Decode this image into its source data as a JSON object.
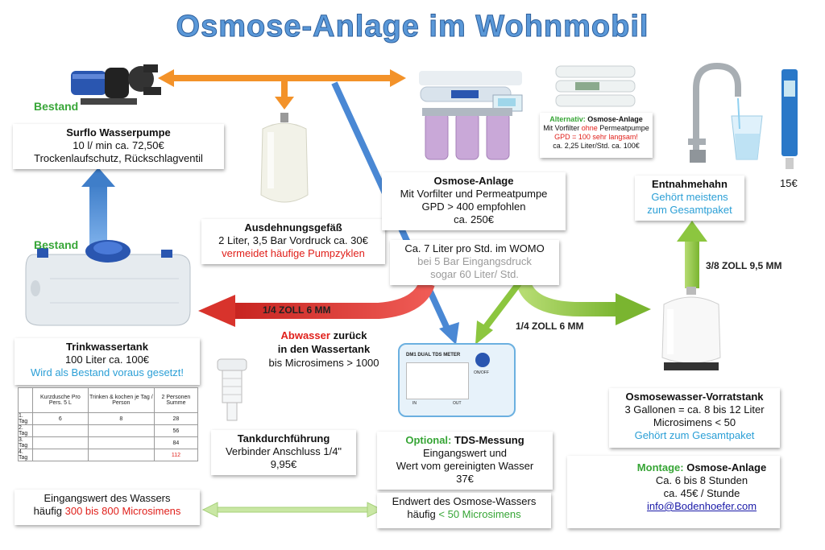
{
  "title": "Osmose-Anlage im Wohnmobil",
  "pump": {
    "bestand": "Bestand",
    "name": "Surflo Wasserpumpe",
    "line1": "10 l/ min ca. 72,50€",
    "line2": "Trockenlaufschutz, Rückschlagventil"
  },
  "expansion": {
    "name": "Ausdehnungsgefäß",
    "line1": "2 Liter, 3,5 Bar Vordruck ca. 30€",
    "line2": "vermeidet häufige Pumpzyklen"
  },
  "osmose": {
    "name": "Osmose-Anlage",
    "line1": "Mit Vorfilter und Permeatpumpe",
    "line2": "GPD > 400 empfohlen",
    "line3": "ca. 250€"
  },
  "output": {
    "line1": "Ca. 7 Liter pro Std. im WOMO",
    "line2": "bei 5 Bar Eingangsdruck",
    "line3": "sogar 60 Liter/ Std."
  },
  "alternative": {
    "label": "Alternativ:",
    "name": "Osmose-Anlage",
    "line1a": "Mit Vorfilter",
    "line1b": "ohne",
    "line1c": "Permeatpumpe",
    "line2": "GPD = 100 sehr langsam!",
    "line3": "ca. 2,25 Liter/Std. ca. 100€"
  },
  "faucet": {
    "name": "Entnahmehahn",
    "line1": "Gehört meistens",
    "line2": "zum Gesamtpaket"
  },
  "tdspen": {
    "price": "15€"
  },
  "tank": {
    "bestand": "Bestand",
    "name": "Trinkwassertank",
    "line1": "100 Liter  ca. 100€",
    "line2": "Wird als Bestand voraus gesetzt!"
  },
  "waste": {
    "word": "Abwasser",
    "rest": "zurück",
    "line2": "in den Wassertank",
    "line3": "bis Microsimens > 1000"
  },
  "arrow_labels": {
    "waste_size": "1/4 ZOLL 6 MM",
    "clean_size": "1/4 ZOLL 6 MM",
    "faucet_size": "3/8 ZOLL 9,5 MM"
  },
  "storage": {
    "name": "Osmosewasser-Vorratstank",
    "line1": "3 Gallonen = ca. 8 bis 12 Liter",
    "line2": "Microsimens < 50",
    "line3": "Gehört zum Gesamtpaket"
  },
  "fitting": {
    "name": "Tankdurchführung",
    "line1": "Verbinder Anschluss 1/4\"",
    "line2": "9,95€"
  },
  "tds": {
    "optional": "Optional:",
    "name": "TDS-Messung",
    "line1": "Eingangswert und",
    "line2": "Wert vom gereinigten Wasser",
    "line3": "37€",
    "device_label": "DM1 DUAL TDS METER",
    "in": "IN",
    "out": "OUT",
    "onoff": "ON/OFF"
  },
  "montage": {
    "label": "Montage:",
    "name": "Osmose-Anlage",
    "line1": "Ca. 6 bis 8 Stunden",
    "line2": "ca. 45€ / Stunde",
    "email": "info@Bodenhoefer.com"
  },
  "input_value": {
    "line1": "Eingangswert des Wassers",
    "line2a": "häufig",
    "line2b": "300 bis 800 Microsimens"
  },
  "end_value": {
    "line1": "Endwert des Osmose-Wassers",
    "line2a": "häufig",
    "line2b": "< 50  Microsimens"
  },
  "table": {
    "headers": [
      "",
      "Kurzdusche Pro Pers. 5 L",
      "Trinken & kochen je Tag / Person",
      "2 Personen Summe"
    ],
    "rows": [
      [
        "1. Tag",
        "6",
        "8",
        "28"
      ],
      [
        "2. Tag",
        "",
        "",
        "56"
      ],
      [
        "3. Tag",
        "",
        "",
        "84"
      ],
      [
        "4. Tag",
        "",
        "",
        "112"
      ]
    ]
  },
  "colors": {
    "title": "#5a98d8",
    "orange_arrow": "#f39229",
    "blue_arrow": "#4a88d4",
    "red_arrow": "#d8332c",
    "green_arrow": "#8cc63f",
    "green_text": "#36a535",
    "red_text": "#e0201b",
    "blue_text": "#2b9fd6"
  }
}
